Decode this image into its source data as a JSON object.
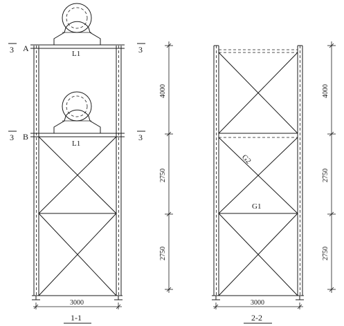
{
  "view_1_1": {
    "caption": "1-1",
    "width_dim": "3000",
    "level_a_label": "A",
    "level_b_label": "B",
    "section_mark_number": "3",
    "beam_label": "L1",
    "dims": [
      "4000",
      "2750",
      "2750"
    ]
  },
  "view_2_2": {
    "caption": "2-2",
    "width_dim": "3000",
    "brace_label_upper": "G2",
    "brace_label_lower": "G1",
    "dims": [
      "4000",
      "2750",
      "2750"
    ]
  }
}
